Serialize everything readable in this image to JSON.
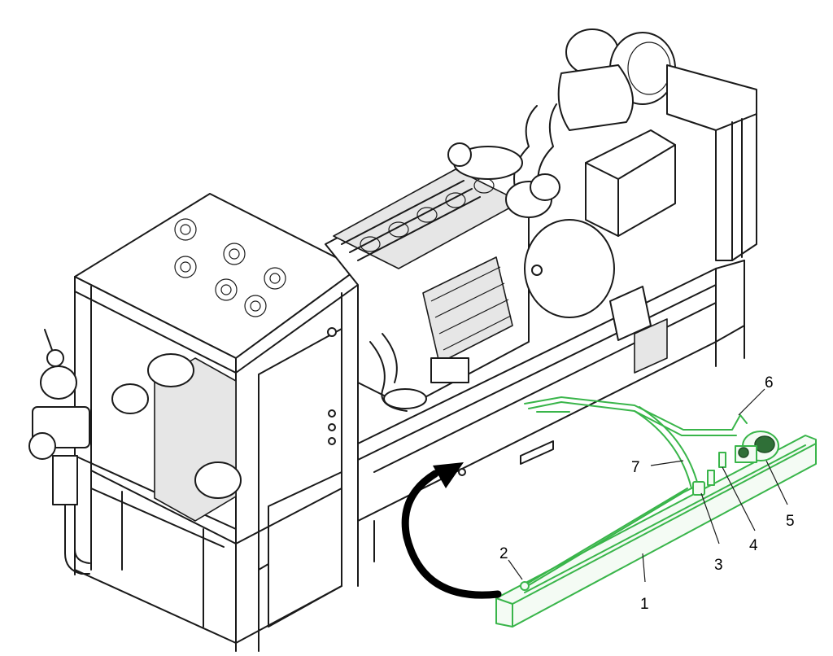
{
  "callouts": [
    "1",
    "2",
    "3",
    "4",
    "5",
    "6",
    "7"
  ],
  "colors": {
    "highlight": "#39b54a",
    "line": "#1a1a1a",
    "arrow": "#000000"
  }
}
